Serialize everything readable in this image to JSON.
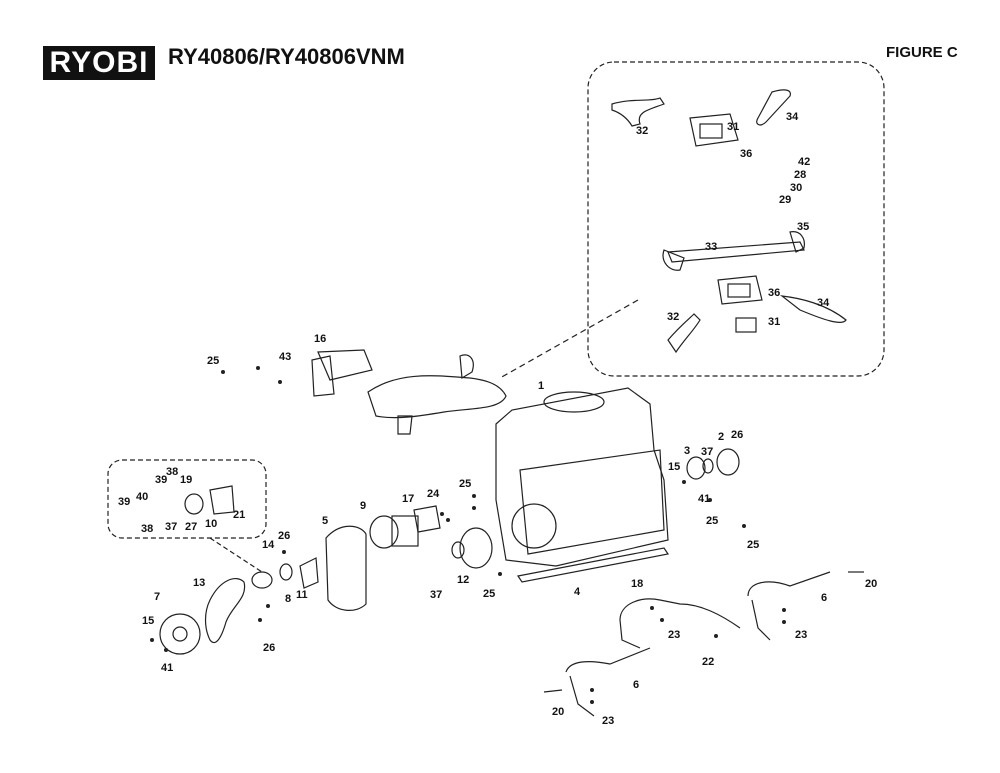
{
  "header": {
    "brand": "RYOBI",
    "model": "RY40806/RY40806VNM",
    "figure": "FIGURE C"
  },
  "callouts": [
    {
      "id": "c42",
      "label": "42"
    },
    {
      "id": "c28",
      "label": "28"
    },
    {
      "id": "c30",
      "label": "30"
    },
    {
      "id": "c29",
      "label": "29"
    },
    {
      "id": "c32a",
      "label": "32"
    },
    {
      "id": "c31a",
      "label": "31"
    },
    {
      "id": "c36a",
      "label": "36"
    },
    {
      "id": "c34a",
      "label": "34"
    },
    {
      "id": "c35",
      "label": "35"
    },
    {
      "id": "c33",
      "label": "33"
    },
    {
      "id": "c36b",
      "label": "36"
    },
    {
      "id": "c34b",
      "label": "34"
    },
    {
      "id": "c32b",
      "label": "32"
    },
    {
      "id": "c31b",
      "label": "31"
    },
    {
      "id": "c16",
      "label": "16"
    },
    {
      "id": "c25a",
      "label": "25"
    },
    {
      "id": "c43",
      "label": "43"
    },
    {
      "id": "c1",
      "label": "1"
    },
    {
      "id": "c2",
      "label": "2"
    },
    {
      "id": "c26a",
      "label": "26"
    },
    {
      "id": "c3",
      "label": "3"
    },
    {
      "id": "c37a",
      "label": "37"
    },
    {
      "id": "c15a",
      "label": "15"
    },
    {
      "id": "c41a",
      "label": "41"
    },
    {
      "id": "c25b",
      "label": "25"
    },
    {
      "id": "c25c",
      "label": "25"
    },
    {
      "id": "c25d",
      "label": "25"
    },
    {
      "id": "c39a",
      "label": "39"
    },
    {
      "id": "c38a",
      "label": "38"
    },
    {
      "id": "c19",
      "label": "19"
    },
    {
      "id": "c39b",
      "label": "39"
    },
    {
      "id": "c40",
      "label": "40"
    },
    {
      "id": "c38b",
      "label": "38"
    },
    {
      "id": "c37b",
      "label": "37"
    },
    {
      "id": "c27",
      "label": "27"
    },
    {
      "id": "c10",
      "label": "10"
    },
    {
      "id": "c21",
      "label": "21"
    },
    {
      "id": "c9",
      "label": "9"
    },
    {
      "id": "c17",
      "label": "17"
    },
    {
      "id": "c24",
      "label": "24"
    },
    {
      "id": "c5",
      "label": "5"
    },
    {
      "id": "c26b",
      "label": "26"
    },
    {
      "id": "c14",
      "label": "14"
    },
    {
      "id": "c8",
      "label": "8"
    },
    {
      "id": "c11",
      "label": "11"
    },
    {
      "id": "c37c",
      "label": "37"
    },
    {
      "id": "c12",
      "label": "12"
    },
    {
      "id": "c25e",
      "label": "25"
    },
    {
      "id": "c4",
      "label": "4"
    },
    {
      "id": "c7",
      "label": "7"
    },
    {
      "id": "c13",
      "label": "13"
    },
    {
      "id": "c15b",
      "label": "15"
    },
    {
      "id": "c41b",
      "label": "41"
    },
    {
      "id": "c26c",
      "label": "26"
    },
    {
      "id": "c18",
      "label": "18"
    },
    {
      "id": "c23a",
      "label": "23"
    },
    {
      "id": "c22",
      "label": "22"
    },
    {
      "id": "c6a",
      "label": "6"
    },
    {
      "id": "c20a",
      "label": "20"
    },
    {
      "id": "c23b",
      "label": "23"
    },
    {
      "id": "c20b",
      "label": "20"
    },
    {
      "id": "c6b",
      "label": "6"
    },
    {
      "id": "c23c",
      "label": "23"
    }
  ]
}
